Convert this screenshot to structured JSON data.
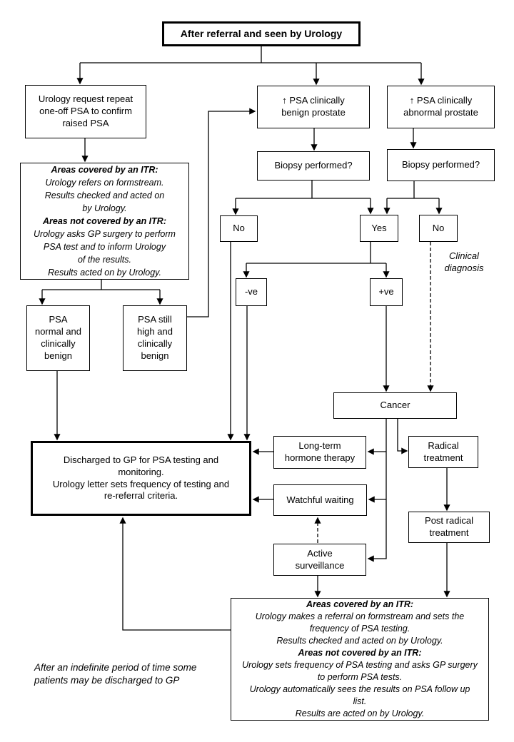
{
  "title": "After referral and seen by Urology",
  "nodes": {
    "request": "Urology request repeat\none-off PSA to confirm\nraised PSA",
    "benign": "↑ PSA clinically\nbenign prostate",
    "abnormal": "↑ PSA clinically\nabnormal prostate",
    "biopsy_left": "Biopsy performed?",
    "biopsy_right": "Biopsy performed?",
    "no_left": "No",
    "yes": "Yes",
    "no_right": "No",
    "negative": "-ve",
    "positive": "+ve",
    "psa_normal": "PSA\nnormal and\nclinically\nbenign",
    "psa_high": "PSA still\nhigh and\nclinically\nbenign",
    "cancer": "Cancer",
    "discharged": "Discharged to GP for PSA testing and\nmonitoring.\nUrology letter sets frequency of testing and\nre-referral criteria.",
    "hormone": "Long-term\nhormone therapy",
    "radical": "Radical\ntreatment",
    "watchful": "Watchful waiting",
    "post_radical": "Post radical\ntreatment",
    "active": "Active\nsurveillance"
  },
  "itr_top": {
    "header1": "Areas covered by an ITR:",
    "body1": "Urology refers on formstream.\nResults checked and acted on\nby Urology.",
    "header2": "Areas not covered by an ITR:",
    "body2": "Urology asks GP surgery to perform\nPSA test and to inform Urology\nof the results.\nResults acted on by Urology."
  },
  "itr_bottom": {
    "header1": "Areas covered by an ITR:",
    "body1": "Urology makes a referral on formstream and sets the\nfrequency of PSA testing.\nResults checked and acted on by Urology.",
    "header2": "Areas not covered by an ITR:",
    "body2": "Urology sets frequency of PSA testing and asks GP surgery\nto perform PSA tests.\nUrology automatically sees the results on PSA follow up\nlist.\nResults are acted on by Urology."
  },
  "labels": {
    "clinical_diagnosis": "Clinical\ndiagnosis",
    "note": "After an indefinite period of time some\npatients may be discharged to GP"
  },
  "colors": {
    "line": "#000000",
    "box_bg": "#ffffff",
    "text": "#000000"
  }
}
